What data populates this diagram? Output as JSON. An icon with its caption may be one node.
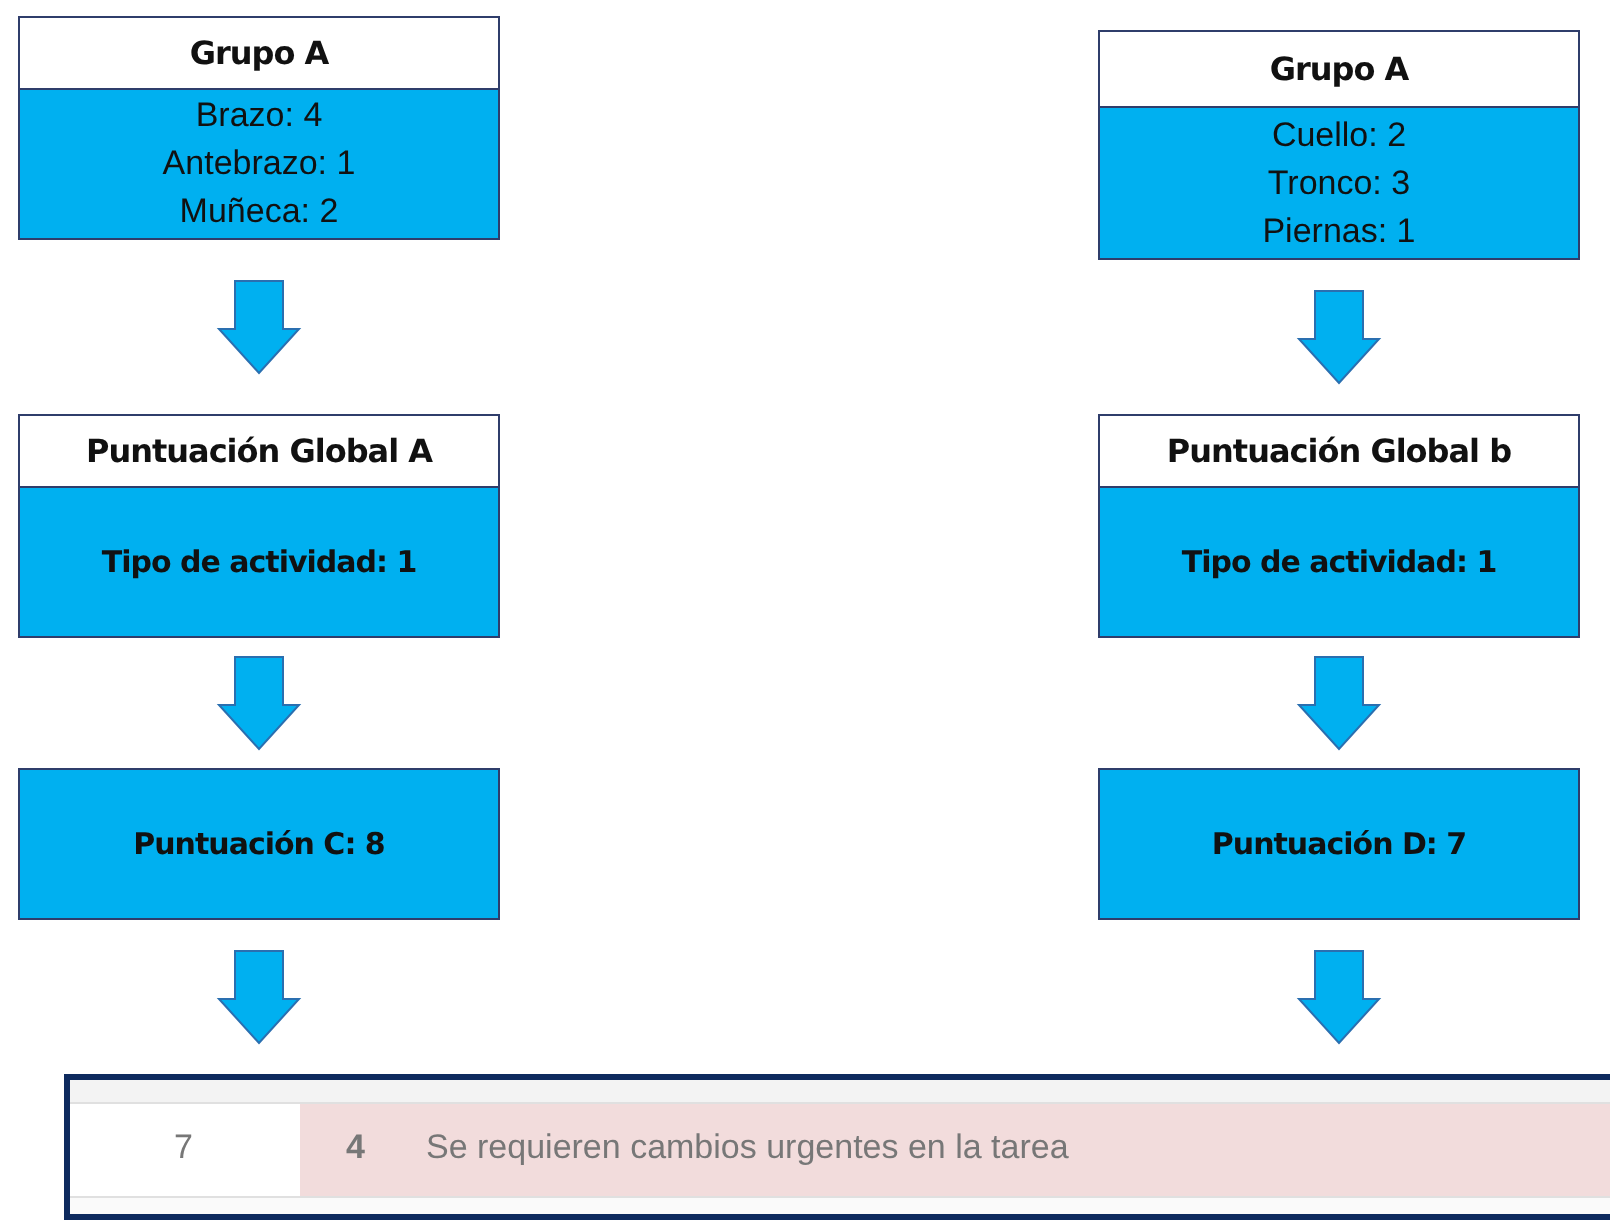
{
  "diagram": {
    "nodes": [
      {
        "text": [
          "Grupo A",
          "Brazo: 4",
          "Antebrazo: 1",
          "Muñeca: 2"
        ]
      },
      {
        "text": [
          "Grupo A",
          "Cuello: 2",
          "Tronco: 3",
          "Piernas: 1"
        ]
      },
      {
        "text": [
          "Puntuación Global A",
          "Tipo de actividad: 1"
        ]
      },
      {
        "text": [
          "Puntuación Global b",
          "Tipo de actividad: 1"
        ]
      },
      {
        "text": [
          "Puntuación C: 8"
        ]
      },
      {
        "text": [
          "Puntuación D: 7"
        ]
      },
      {
        "text": [
          "7",
          "4",
          "Se requieren cambios urgentes en la tarea"
        ]
      }
    ],
    "edges": [
      {
        "from": 0,
        "to": 2,
        "arrow": "to"
      },
      {
        "from": 1,
        "to": 3,
        "arrow": "to"
      },
      {
        "from": 2,
        "to": 4,
        "arrow": "to"
      },
      {
        "from": 3,
        "to": 5,
        "arrow": "to"
      },
      {
        "from": 4,
        "to": 6,
        "arrow": "to"
      },
      {
        "from": 5,
        "to": 6,
        "arrow": "to"
      }
    ]
  }
}
